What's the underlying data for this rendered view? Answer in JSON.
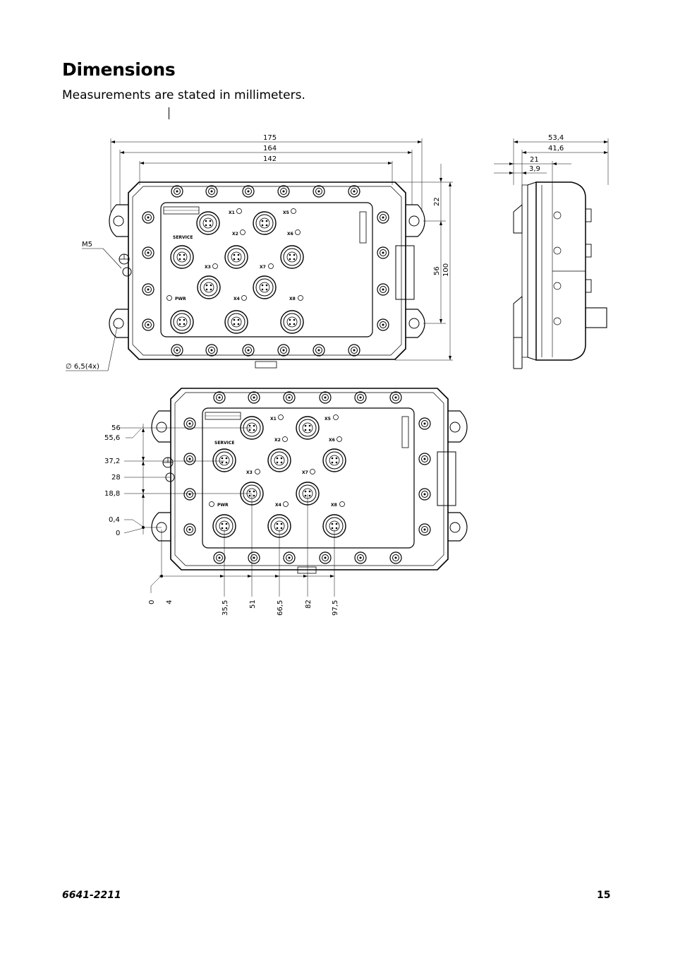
{
  "page": {
    "title": "Dimensions",
    "subtitle": "Measurements are stated in millimeters.",
    "footer_doc_number": "6641-2211",
    "footer_page_number": "15"
  },
  "front_view": {
    "dims": {
      "width_175": "175",
      "width_164": "164",
      "width_142": "142",
      "height_22": "22",
      "height_56": "56",
      "height_100": "100",
      "thread": "M5",
      "hole": "∅ 6,5(4x)"
    },
    "ports": {
      "x1": "X1",
      "x2": "X2",
      "x3": "X3",
      "x4": "X4",
      "x5": "X5",
      "x6": "X6",
      "x7": "X7",
      "x8": "X8",
      "service": "SERVICE",
      "pwr": "PWR"
    }
  },
  "side_view": {
    "dims": {
      "d_53_4": "53,4",
      "d_41_6": "41,6",
      "d_21": "21",
      "d_3_9": "3,9"
    }
  },
  "bottom_view": {
    "y_dims": {
      "y56": "56",
      "y55_6": "55,6",
      "y37_2": "37,2",
      "y28": "28",
      "y18_8": "18,8",
      "y0_4": "0,4",
      "y0": "0"
    },
    "x_dims": {
      "x0": "0",
      "x4": "4",
      "x35_5": "35,5",
      "x51": "51",
      "x66_5": "66,5",
      "x82": "82",
      "x97_5": "97,5"
    }
  }
}
